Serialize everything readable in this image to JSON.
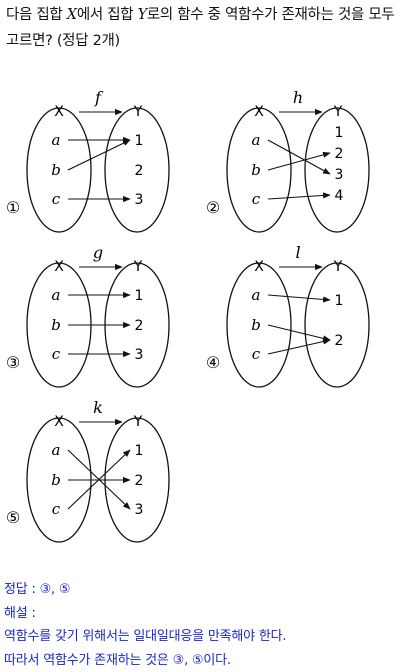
{
  "question": {
    "part1": "다음 집합 ",
    "var_x": "X",
    "part2": "에서 집합 ",
    "var_y": "Y",
    "part3": "로의 함수 중 역함수가 존재하는 것을 모두 고르면? (정답 2개)"
  },
  "diagrams": [
    {
      "number": "①",
      "func": "f",
      "x_label": "X",
      "y_label": "Y",
      "domain": [
        "a",
        "b",
        "c"
      ],
      "codomain": [
        "1",
        "2",
        "3"
      ],
      "mapping": [
        [
          "a",
          "1"
        ],
        [
          "b",
          "1"
        ],
        [
          "c",
          "3"
        ]
      ]
    },
    {
      "number": "②",
      "func": "h",
      "x_label": "X",
      "y_label": "Y",
      "domain": [
        "a",
        "b",
        "c"
      ],
      "codomain": [
        "1",
        "2",
        "3",
        "4"
      ],
      "mapping": [
        [
          "a",
          "3"
        ],
        [
          "b",
          "2"
        ],
        [
          "c",
          "4"
        ]
      ]
    },
    {
      "number": "③",
      "func": "g",
      "x_label": "X",
      "y_label": "Y",
      "domain": [
        "a",
        "b",
        "c"
      ],
      "codomain": [
        "1",
        "2",
        "3"
      ],
      "mapping": [
        [
          "a",
          "1"
        ],
        [
          "b",
          "2"
        ],
        [
          "c",
          "3"
        ]
      ]
    },
    {
      "number": "④",
      "func": "l",
      "x_label": "X",
      "y_label": "Y",
      "domain": [
        "a",
        "b",
        "c"
      ],
      "codomain": [
        "1",
        "2"
      ],
      "mapping": [
        [
          "a",
          "1"
        ],
        [
          "b",
          "2"
        ],
        [
          "c",
          "2"
        ]
      ]
    },
    {
      "number": "⑤",
      "func": "k",
      "x_label": "X",
      "y_label": "Y",
      "domain": [
        "a",
        "b",
        "c"
      ],
      "codomain": [
        "1",
        "2",
        "3"
      ],
      "mapping": [
        [
          "a",
          "3"
        ],
        [
          "b",
          "2"
        ],
        [
          "c",
          "1"
        ]
      ]
    }
  ],
  "answer": {
    "line1": "정답 : ③, ⑤",
    "line2": "해설 :",
    "line3": "역함수를 갖기 위해서는 일대일대응을 만족해야 한다.",
    "line4": "따라서 역함수가 존재하는 것은 ③, ⑤이다."
  }
}
